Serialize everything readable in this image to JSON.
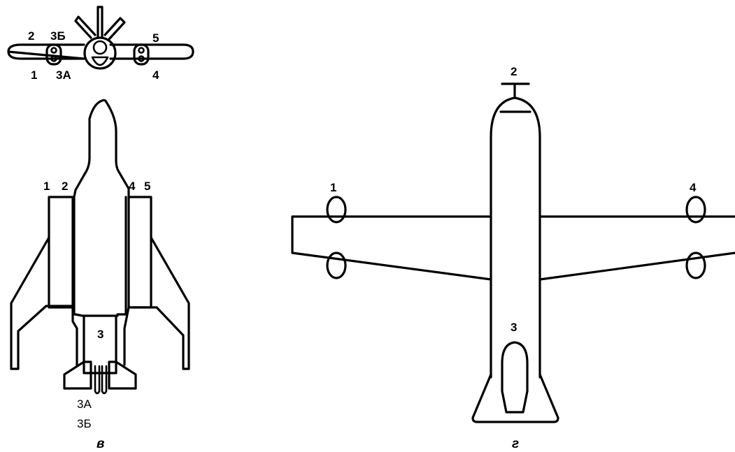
{
  "front_view": {
    "labels": {
      "l1": "1",
      "l2": "2",
      "l3a": "3А",
      "l3b": "3Б",
      "l4": "4",
      "l5": "5"
    }
  },
  "top_view_v": {
    "labels": {
      "l1": "1",
      "l2": "2",
      "l3": "3",
      "l4": "4",
      "l5": "5",
      "l3a": "3А",
      "l3b": "3Б"
    },
    "caption": "в"
  },
  "top_view_g": {
    "labels": {
      "l1": "1",
      "l2": "2",
      "l3": "3",
      "l4": "4"
    },
    "caption": "г"
  }
}
